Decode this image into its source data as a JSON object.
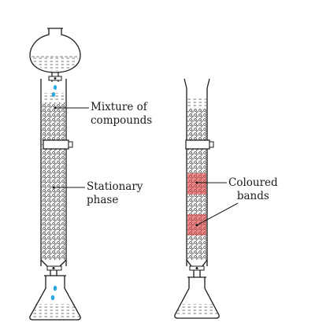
{
  "labels": {
    "mixture": {
      "line1": "Mixture of",
      "line2": "compounds"
    },
    "stationary": {
      "line1": "Stationary",
      "line2": "phase"
    },
    "bands": {
      "line1": "Coloured",
      "line2": "bands"
    }
  },
  "colors": {
    "ink": "#1a1a1a",
    "band_fill": "#f28a8a",
    "solvent_drop": "#2aa9e0",
    "background": "#ffffff"
  },
  "icons": [
    "separating-funnel-icon",
    "stopcock-icon",
    "conical-flask-icon",
    "solvent-drop-icon"
  ]
}
